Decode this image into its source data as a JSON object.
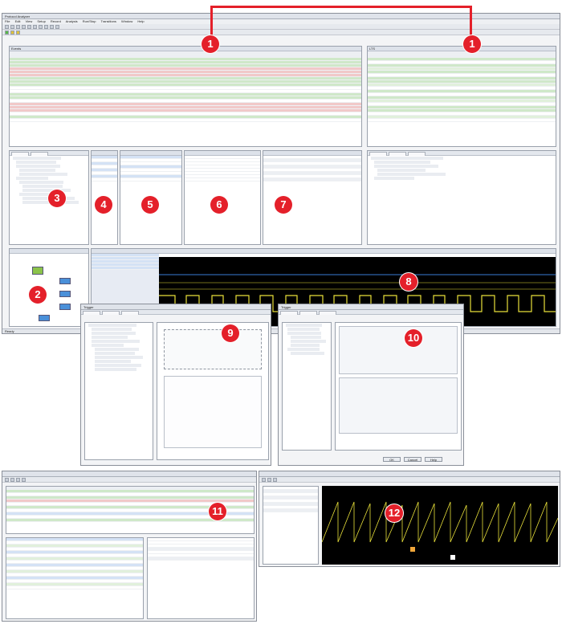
{
  "colors": {
    "accent": "#e4202a",
    "wave": "#e8e03a",
    "accent_hex_note": "#e4202a"
  },
  "main_window": {
    "title": "Protocol Analyzer",
    "menu": [
      "File",
      "Edit",
      "View",
      "Setup",
      "Record",
      "Analysis",
      "Run/Stop",
      "Transitions",
      "Window",
      "Help"
    ],
    "left_pane_title": "Events",
    "right_pane_title": "LTS",
    "status": "Ready"
  },
  "callouts": [
    {
      "number": "1",
      "target": "left-events-pane"
    },
    {
      "number": "1",
      "target": "right-lts-pane"
    },
    {
      "number": "2",
      "target": "overview-pane"
    },
    {
      "number": "3",
      "target": "packet-tree-pane"
    },
    {
      "number": "4",
      "target": "lanes-pane"
    },
    {
      "number": "5",
      "target": "decode-pane"
    },
    {
      "number": "6",
      "target": "hex-data-pane"
    },
    {
      "number": "7",
      "target": "traffic-summary-pane"
    },
    {
      "number": "8",
      "target": "waveform-pane"
    },
    {
      "number": "9",
      "target": "trigger-dialog"
    },
    {
      "number": "10",
      "target": "advanced-trigger-dialog"
    },
    {
      "number": "11",
      "target": "compact-layout-screenshot"
    },
    {
      "number": "12",
      "target": "performance-screenshot"
    }
  ],
  "dialogs": {
    "trigger_title": "Trigger",
    "adv_trigger_title": "Trigger",
    "ok": "OK",
    "cancel": "Cancel",
    "help": "Help"
  }
}
